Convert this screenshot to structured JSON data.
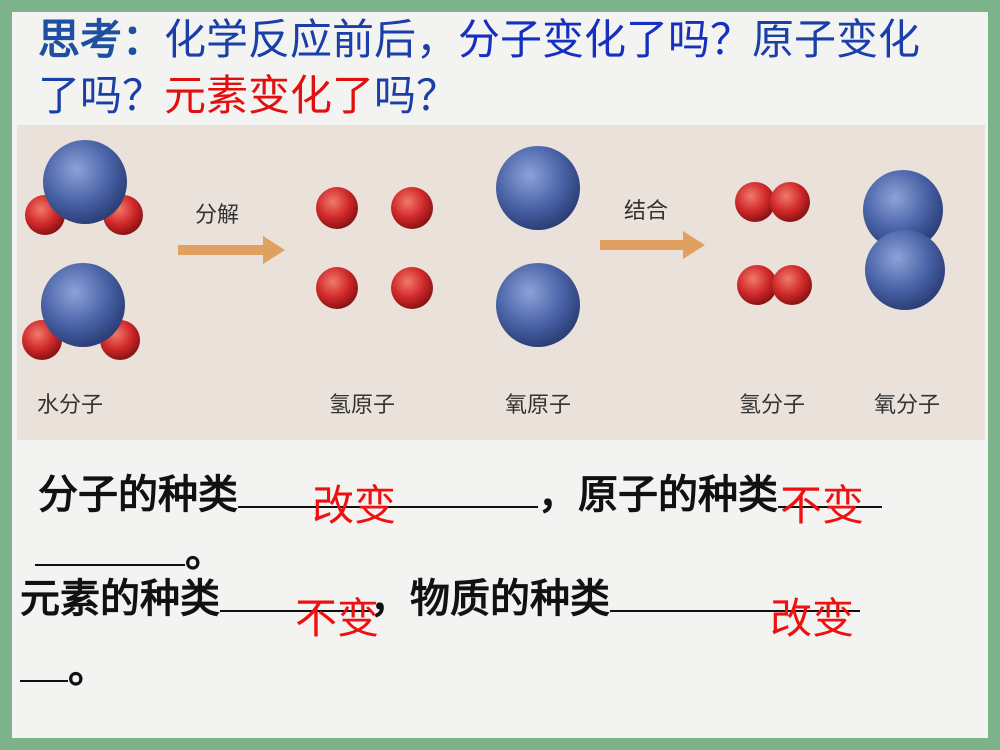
{
  "title": {
    "lead": "思考：",
    "part1": "化学反应前后，",
    "part2": "分子变化了吗？",
    "part3": "原子变化了吗？",
    "part4": "元素变化了",
    "part5": "吗？"
  },
  "diagram": {
    "labels": {
      "water_molecule": "水分子",
      "decompose": "分解",
      "hydrogen_atom": "氢原子",
      "oxygen_atom": "氧原子",
      "combine": "结合",
      "hydrogen_molecule": "氢分子",
      "oxygen_molecule": "氧分子"
    },
    "colors": {
      "oxygen": "#4a64a8",
      "hydrogen": "#d0282a",
      "arrow": "#e0a060"
    }
  },
  "exercise": {
    "q1": "分子的种类",
    "comma1": "，原子的种类",
    "end1": "。",
    "q3": "元素的种类",
    "comma2": "，物质的种类",
    "end2": "。",
    "answers": [
      "改变",
      "不变",
      "不变",
      "改变"
    ]
  }
}
